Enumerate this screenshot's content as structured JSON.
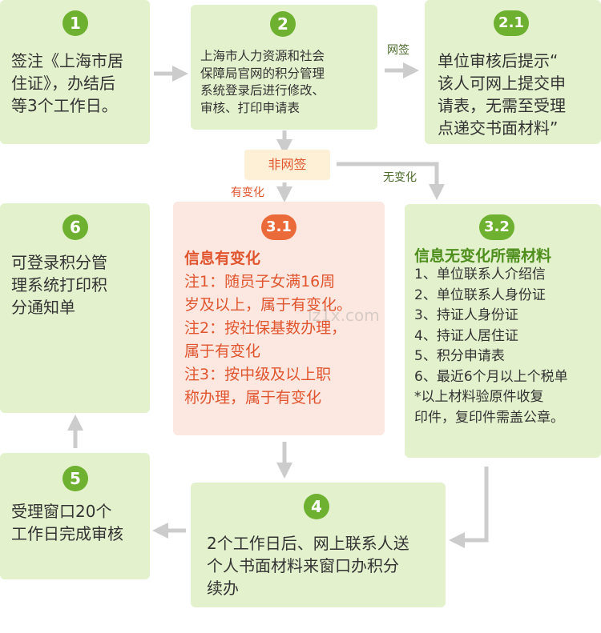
{
  "steps": {
    "s1": {
      "num": "1",
      "text": "签注《上海市居\n住证》，办结后\n等3个工作日。"
    },
    "s2": {
      "num": "2",
      "text": "上海市人力资源和社会\n保障局官网的积分管理\n系统登录后进行修改、\n审核、打印申请表"
    },
    "s21": {
      "num": "2.1",
      "text": "单位审核后提示“\n该人可网上提交申\n请表，无需至受理\n点递交书面材料”"
    },
    "s31": {
      "num": "3.1",
      "title": "信息有变化",
      "text": "注1：随员子女满16周\n岁及以上，属于有变化。\n注2：按社保基数办理，\n属于有变化\n注3：按中级及以上职\n称办理，属于有变化"
    },
    "s32": {
      "num": "3.2",
      "title": "信息无变化所需材料",
      "text": "1、单位联系人介绍信\n2、单位联系人身份证\n3、持证人身份证\n4、持证人居住证\n5、积分申请表\n6、最近6个月以上个税单\n*以上材料验原件收复\n印件，复印件需盖公章。"
    },
    "s4": {
      "num": "4",
      "text": "2个工作日后、网上联系人送\n个人书面材料来窗口办积分\n续办"
    },
    "s5": {
      "num": "5",
      "text": "受理窗口20个\n工作日完成审核"
    },
    "s6": {
      "num": "6",
      "text": "可登录积分管\n理系统打印积\n分通知单"
    }
  },
  "labels": {
    "online": "网签",
    "offline": "非网签",
    "changed": "有变化",
    "unchanged": "无变化"
  },
  "watermark": "lz1x.com",
  "colors": {
    "green_box": "#e3f1cd",
    "pink_box": "#fce8e1",
    "green_badge": "#6eb02f",
    "red_badge": "#ea6a3a",
    "arrow": "#cccccc"
  }
}
